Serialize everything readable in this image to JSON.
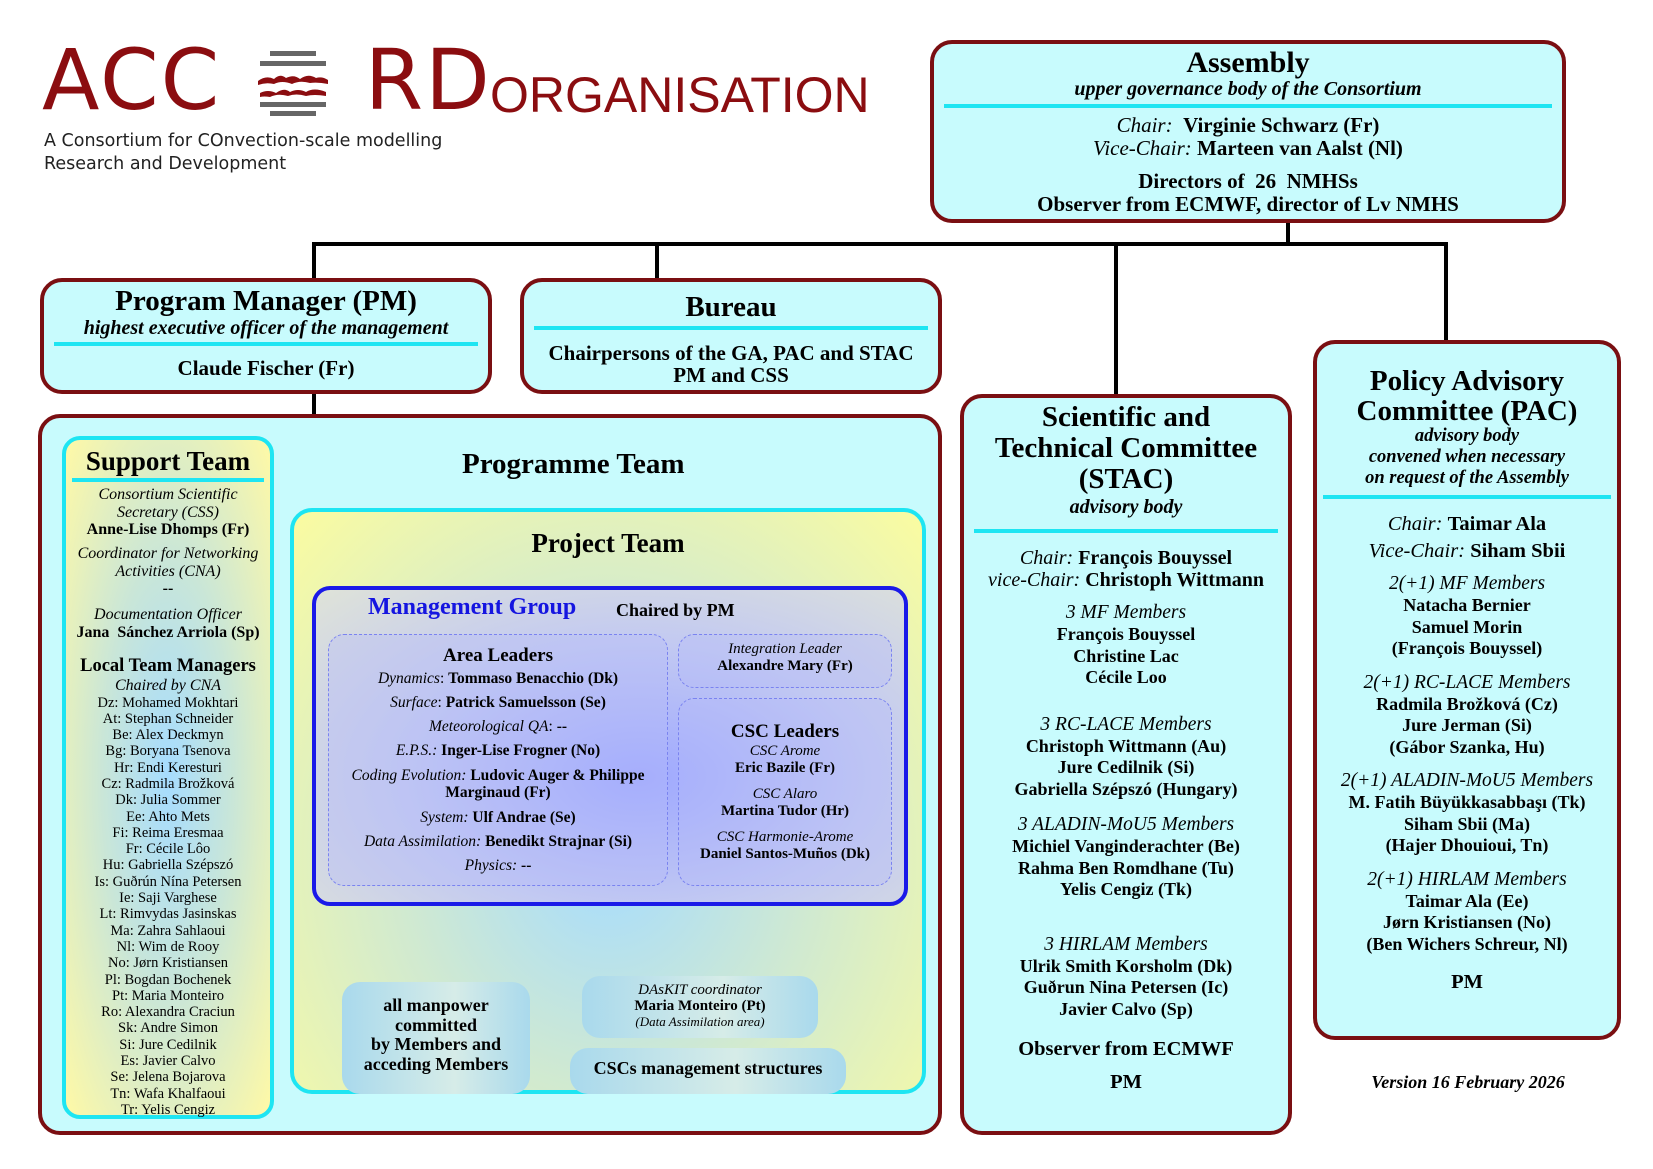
{
  "logo": {
    "name_left": "ACC",
    "name_right": "RD",
    "subtitle_line1": "A Consortium for COnvection-scale modelling",
    "subtitle_line2": "Research and Development",
    "colors": {
      "brand": "#8b0d10"
    }
  },
  "page_title": "ORGANISATION",
  "assembly": {
    "title": "Assembly",
    "subtitle": "upper governance body of the Consortium",
    "chair_label": "Chair:",
    "chair": "Virginie Schwarz (Fr)",
    "vice_chair_label": "Vice-Chair:",
    "vice_chair": "Marteen van Aalst (Nl)",
    "directors": "Directors of  26  NMHSs",
    "observer": "Observer from ECMWF, director of Lv NMHS"
  },
  "program_manager": {
    "title": "Program Manager (PM)",
    "subtitle": "highest executive officer of the management",
    "name": "Claude Fischer (Fr)"
  },
  "bureau": {
    "title": "Bureau",
    "line1": "Chairpersons of the GA, PAC and STAC",
    "line2": "PM and CSS"
  },
  "programme_team": {
    "title": "Programme Team",
    "support_team": {
      "title": "Support Team",
      "css_role_1": "Consortium Scientific",
      "css_role_2": "Secretary (CSS)",
      "css_name": "Anne-Lise Dhomps (Fr)",
      "cna_role_1": "Coordinator for Networking",
      "cna_role_2": "Activities (CNA)",
      "cna_name": "--",
      "doc_role": "Documentation Officer",
      "doc_name": "Jana  Sánchez Arriola (Sp)",
      "ltm_title": "Local Team Managers",
      "ltm_subtitle": "Chaired by CNA",
      "managers": [
        "Dz: Mohamed Mokhtari",
        "At: Stephan Schneider",
        "Be: Alex Deckmyn",
        "Bg: Boryana Tsenova",
        "Hr: Endi Keresturi",
        "Cz: Radmila Brožková",
        "Dk: Julia Sommer",
        "Ee: Ahto Mets",
        "Fi: Reima Eresmaa",
        "Fr: Cécile Lôo",
        "Hu: Gabriella Szépszó",
        "Is: Guðrún Nína Petersen",
        "Ie: Saji Varghese",
        "Lt: Rimvydas Jasinskas",
        "Ma: Zahra Sahlaoui",
        "Nl: Wim de Rooy",
        "No: Jørn Kristiansen",
        "Pl: Bogdan Bochenek",
        "Pt: Maria Monteiro",
        "Ro: Alexandra Craciun",
        "Sk: Andre Simon",
        "Si: Jure Cedilnik",
        "Es: Javier Calvo",
        "Se: Jelena Bojarova",
        "Tn: Wafa Khalfaoui",
        "Tr: Yelis Cengiz"
      ]
    },
    "project_team": {
      "title": "Project Team",
      "management_group": {
        "title": "Management Group",
        "chaired_by": "Chaired by PM",
        "area_leaders": {
          "title": "Area Leaders",
          "items": [
            {
              "area": "Dynamics",
              "sep": ": ",
              "name": "Tommaso Benacchio (Dk)"
            },
            {
              "area": "Surface",
              "sep": ": ",
              "name": "Patrick Samuelsson (Se)"
            },
            {
              "area": "Meteorological QA",
              "sep": ": ",
              "name": "--"
            },
            {
              "area": "E.P.S.:",
              "sep": " ",
              "name": "Inger-Lise Frogner (No)"
            },
            {
              "area": "Coding Evolution:",
              "sep": " ",
              "name": "Ludovic Auger & Philippe Marginaud (Fr)"
            },
            {
              "area": "System:",
              "sep": " ",
              "name": "Ulf Andrae (Se)"
            },
            {
              "area": "Data Assimilation:",
              "sep": " ",
              "name": "Benedikt Strajnar (Si)"
            },
            {
              "area": "Physics:",
              "sep": " ",
              "name": "--"
            }
          ]
        },
        "integration_leader": {
          "role": "Integration Leader",
          "name": "Alexandre Mary (Fr)"
        },
        "csc_leaders": {
          "title": "CSC Leaders",
          "items": [
            {
              "role": "CSC Arome",
              "name": "Eric Bazile (Fr)"
            },
            {
              "role": "CSC Alaro",
              "name": "Martina Tudor (Hr)"
            },
            {
              "role": "CSC Harmonie-Arome",
              "name": "Daniel Santos-Muños (Dk)"
            }
          ]
        }
      },
      "manpower": [
        "all manpower",
        "committed",
        "by Members and",
        "acceding Members"
      ],
      "daskit": {
        "role": "DAsKIT coordinator",
        "name": "Maria Monteiro (Pt)",
        "note": "(Data Assimilation area)"
      },
      "csc_management": "CSCs management structures"
    }
  },
  "stac": {
    "title_lines": [
      "Scientific and",
      "Technical Committee",
      "(STAC)"
    ],
    "subtitle": "advisory body",
    "chair_label": "Chair:",
    "chair": "François Bouyssel",
    "vice_chair_label": "vice-Chair:",
    "vice_chair": "Christoph Wittmann",
    "groups": [
      {
        "title": "3 MF Members",
        "members": [
          "François Bouyssel",
          "Christine Lac",
          "Cécile Loo"
        ]
      },
      {
        "title": "3 RC-LACE Members",
        "members": [
          "Christoph Wittmann (Au)",
          "Jure Cedilnik (Si)",
          "Gabriella Szépszó (Hungary)"
        ]
      },
      {
        "title": "3 ALADIN-MoU5 Members",
        "members": [
          "Michiel Vanginderachter (Be)",
          "Rahma Ben Romdhane (Tu)",
          "Yelis Cengiz (Tk)"
        ]
      },
      {
        "title": "3 HIRLAM Members",
        "members": [
          "Ulrik Smith Korsholm (Dk)",
          "Guðrun Nina Petersen (Ic)",
          "Javier Calvo (Sp)"
        ]
      }
    ],
    "observer": "Observer from ECMWF",
    "pm": "PM"
  },
  "pac": {
    "title_lines": [
      "Policy Advisory",
      "Committee (PAC)"
    ],
    "subtitle_lines": [
      "advisory body",
      "convened when necessary",
      "on request of the Assembly"
    ],
    "chair_label": "Chair:",
    "chair": "Taimar Ala",
    "vice_chair_label": "Vice-Chair:",
    "vice_chair": "Siham Sbii",
    "groups": [
      {
        "title": "2(+1) MF Members",
        "members": [
          "Natacha Bernier",
          "Samuel Morin",
          "(François Bouyssel)"
        ]
      },
      {
        "title": "2(+1) RC-LACE Members",
        "members": [
          "Radmila Brožková (Cz)",
          "Jure Jerman (Si)",
          "(Gábor Szanka, Hu)"
        ]
      },
      {
        "title": "2(+1) ALADIN-MoU5 Members",
        "members": [
          "M. Fatih Büyükkasabbaşı (Tk)",
          "Siham Sbii (Ma)",
          "(Hajer Dhouioui, Tn)"
        ]
      },
      {
        "title": "2(+1) HIRLAM Members",
        "members": [
          "Taimar Ala (Ee)",
          "Jørn Kristiansen (No)",
          "(Ben Wichers Schreur, Nl)"
        ]
      }
    ],
    "pm": "PM"
  },
  "version": "Version 16 February 2026",
  "colors": {
    "box_border": "#7a0f12",
    "box_fill": "#c8fbfd",
    "rule": "#1ee5f2",
    "management_group_border": "#1a1ae8"
  }
}
